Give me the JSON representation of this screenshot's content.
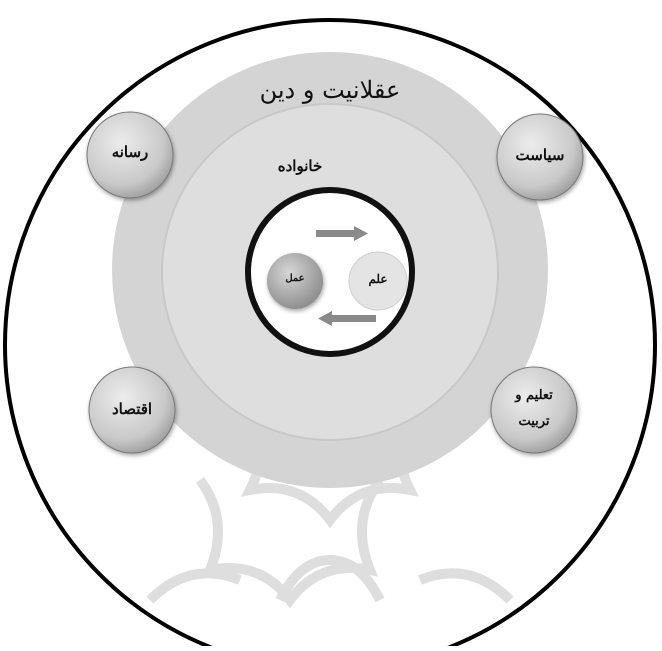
{
  "diagram": {
    "outer_ring_label": "عقلانیت و دین",
    "middle_ring_label": "خانواده",
    "core": {
      "left_node": "علم",
      "right_node": "عمل"
    },
    "satellites": {
      "top_left": "رسانه",
      "top_right": "سیاست",
      "bottom_left": "اقتصاد",
      "bottom_right_line1": "تعلیم و",
      "bottom_right_line2": "تربیت"
    }
  },
  "colors": {
    "outer_ring": "#d6d6d6",
    "middle_ring": "#dcdcdc",
    "inner_ring_border": "#111111",
    "satellite": "#cfcfcf",
    "arrow": "#8a8a8a",
    "pattern": "#bdbdbd"
  }
}
